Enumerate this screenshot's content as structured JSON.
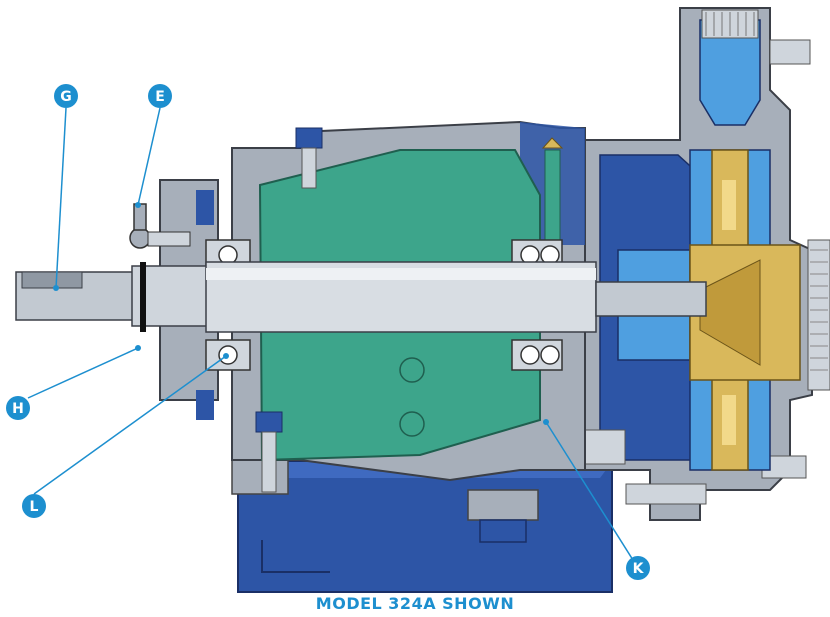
{
  "caption": "MODEL 324A SHOWN",
  "colors": {
    "accent": "#1d8fcf",
    "base_blue": "#2d55a6",
    "frame_gray": "#a7afba",
    "bearing_green": "#3da58b",
    "impeller_gold": "#d9b85b",
    "seal_blue": "#4f9fe0"
  },
  "callouts": [
    {
      "id": "G",
      "label": "G"
    },
    {
      "id": "E",
      "label": "E"
    },
    {
      "id": "H",
      "label": "H"
    },
    {
      "id": "L",
      "label": "L"
    },
    {
      "id": "K",
      "label": "K"
    }
  ]
}
